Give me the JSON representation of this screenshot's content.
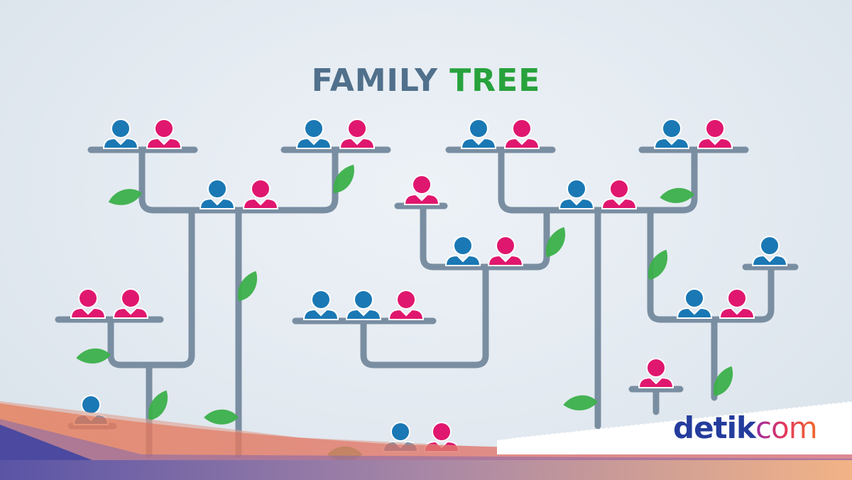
{
  "title": {
    "part1": "FAMILY",
    "part2": "TREE"
  },
  "colors": {
    "background": "#e4ebf2",
    "branch": "#7a8ea2",
    "male": "#1a78b4",
    "female": "#e0176e",
    "leaf": "#3bb04a",
    "title_primary": "#50708c",
    "title_accent": "#27a23c",
    "logo_primary": "#243c9c"
  },
  "logo": {
    "part1": "detik",
    "part2": "com"
  },
  "diagram": {
    "type": "family-tree-illustration",
    "platforms": [
      {
        "id": "p1",
        "members": [
          "male",
          "female"
        ]
      },
      {
        "id": "p2",
        "members": [
          "male",
          "female"
        ]
      },
      {
        "id": "p3",
        "members": [
          "male",
          "female"
        ]
      },
      {
        "id": "p4",
        "members": [
          "male",
          "female"
        ]
      },
      {
        "id": "p5",
        "members": [
          "male",
          "female"
        ]
      },
      {
        "id": "p6",
        "members": [
          "female"
        ]
      },
      {
        "id": "p7",
        "members": [
          "male",
          "female"
        ]
      },
      {
        "id": "p8",
        "members": [
          "male",
          "female"
        ]
      },
      {
        "id": "p9",
        "members": [
          "male"
        ]
      },
      {
        "id": "p10",
        "members": [
          "female",
          "female"
        ]
      },
      {
        "id": "p11",
        "members": [
          "male",
          "male",
          "female"
        ]
      },
      {
        "id": "p12",
        "members": [
          "male",
          "female"
        ]
      },
      {
        "id": "p13",
        "members": [
          "female"
        ]
      },
      {
        "id": "p14",
        "members": [
          "male"
        ]
      },
      {
        "id": "p15",
        "members": [
          "male",
          "female"
        ]
      }
    ]
  }
}
